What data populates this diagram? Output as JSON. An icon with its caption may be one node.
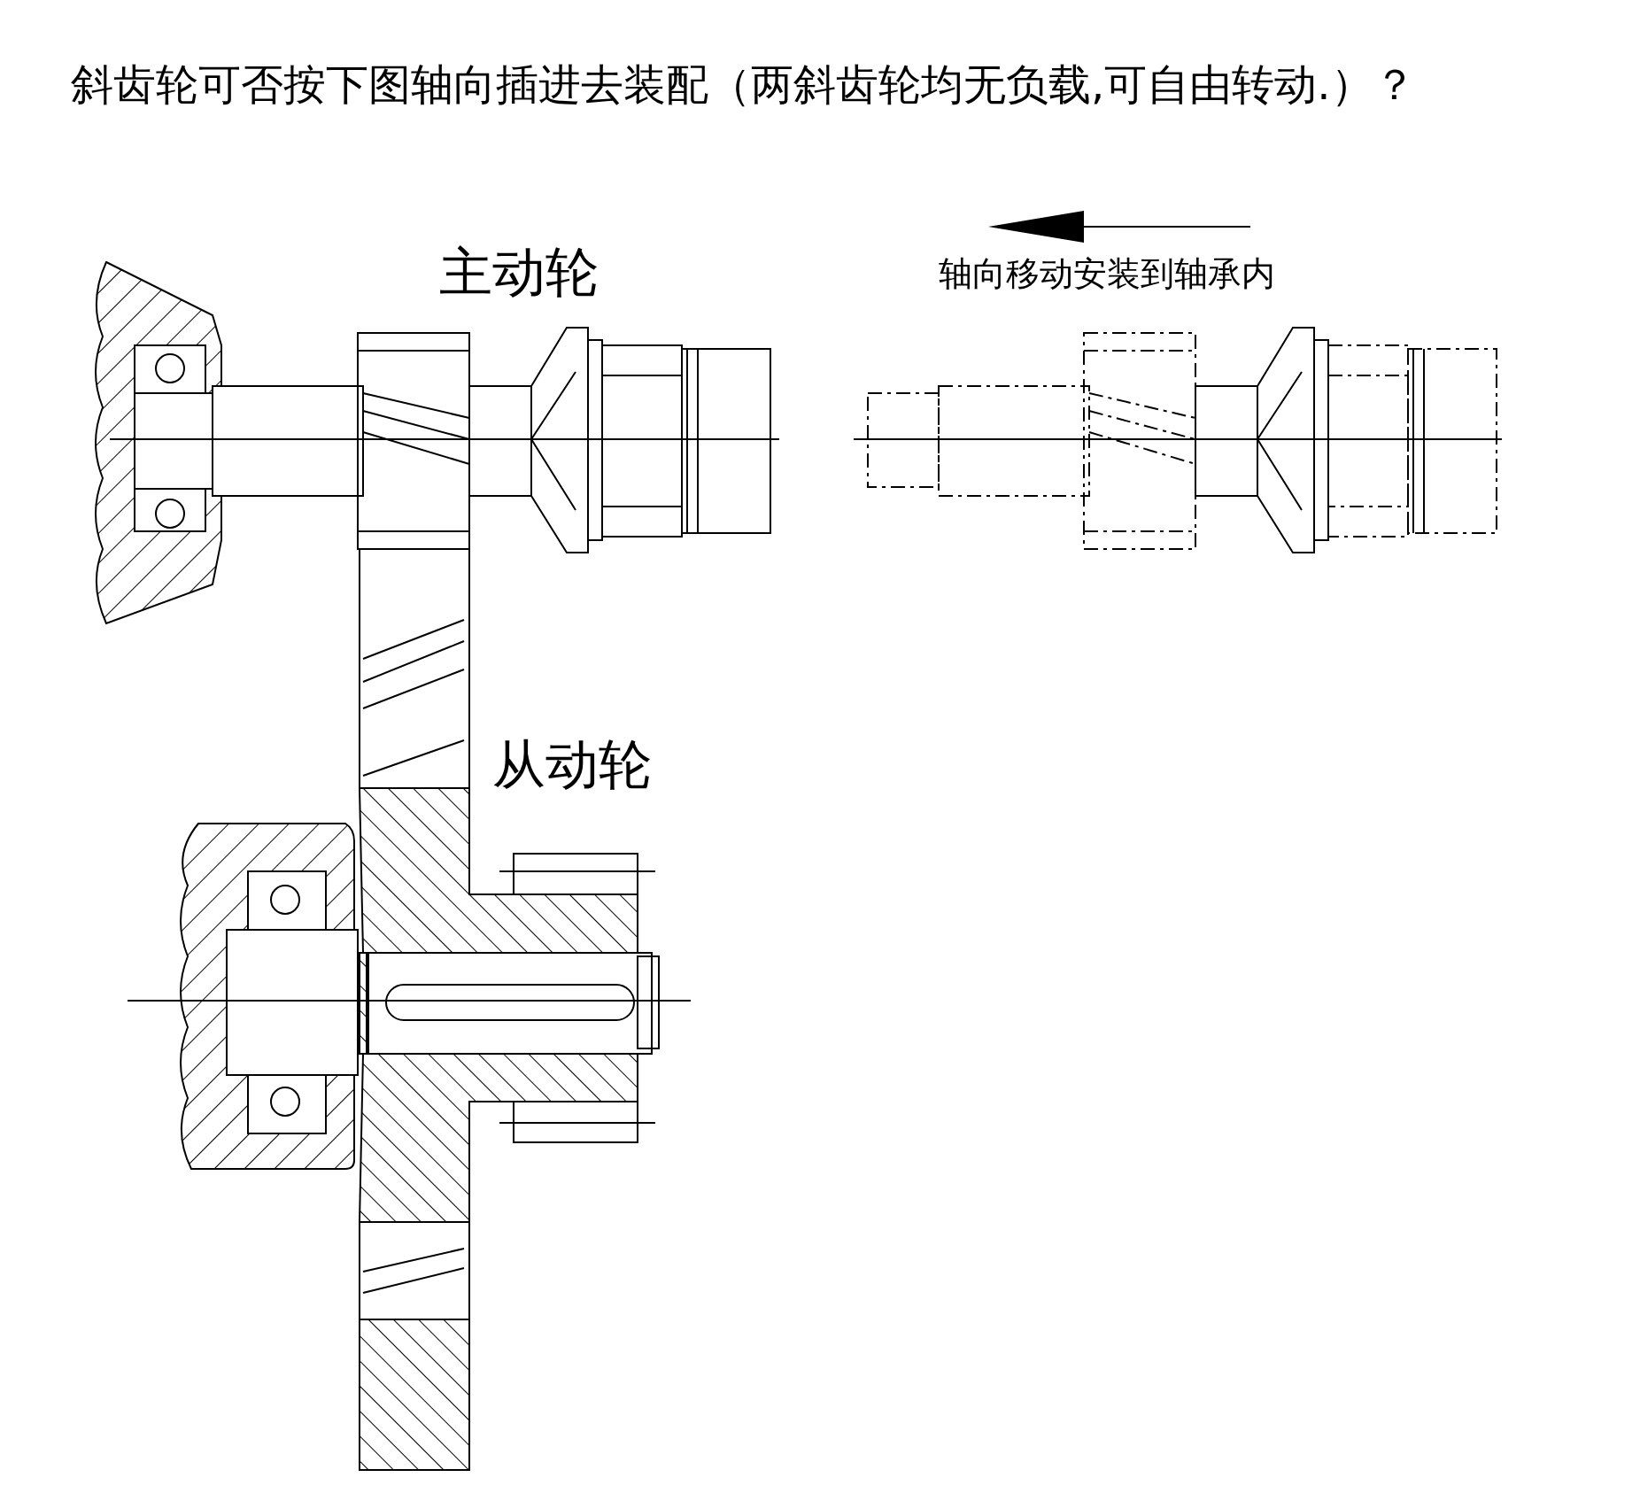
{
  "diagram": {
    "title": "斜齿轮可否按下图轴向插进去装配（两斜齿轮均无负载,可自由转动.）？",
    "labels": [
      "主动轮",
      "从动轮",
      "轴向移动安装到轴承内"
    ]
  }
}
